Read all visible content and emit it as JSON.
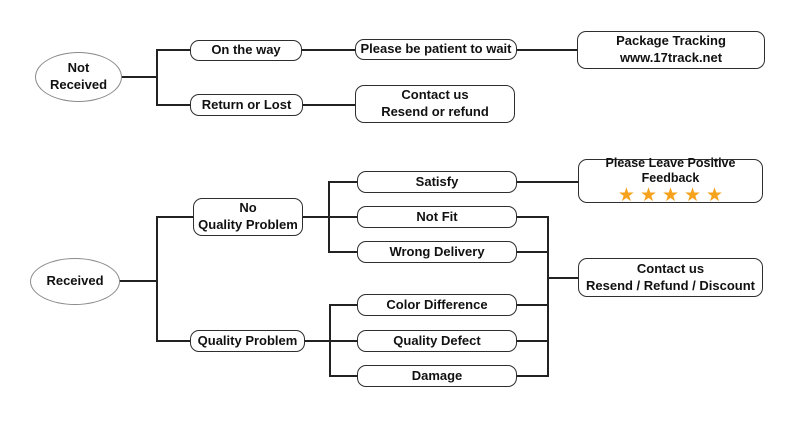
{
  "flowchart": {
    "colors": {
      "background": "#ffffff",
      "line": "#222222",
      "box_border": "#2e2e2e",
      "ellipse_border": "#8a8a8a",
      "star": "#F6A21C"
    },
    "nodes": {
      "not_received": "Not\nReceived",
      "on_the_way": "On the way",
      "return_or_lost": "Return or Lost",
      "be_patient": "Please be patient to wait",
      "package_tracking": "Package Tracking\nwww.17track.net",
      "contact_resend_refund": "Contact us\nResend or refund",
      "received": "Received",
      "no_quality_problem": "No\nQuality Problem",
      "quality_problem": "Quality Problem",
      "satisfy": "Satisfy",
      "not_fit": "Not Fit",
      "wrong_delivery": "Wrong Delivery",
      "color_difference": "Color Difference",
      "quality_defect": "Quality Defect",
      "damage": "Damage",
      "positive_feedback": "Please Leave Positive Feedback",
      "stars": "★★★★★",
      "contact_resend_refund_discount": "Contact us\nResend / Refund / Discount"
    }
  }
}
